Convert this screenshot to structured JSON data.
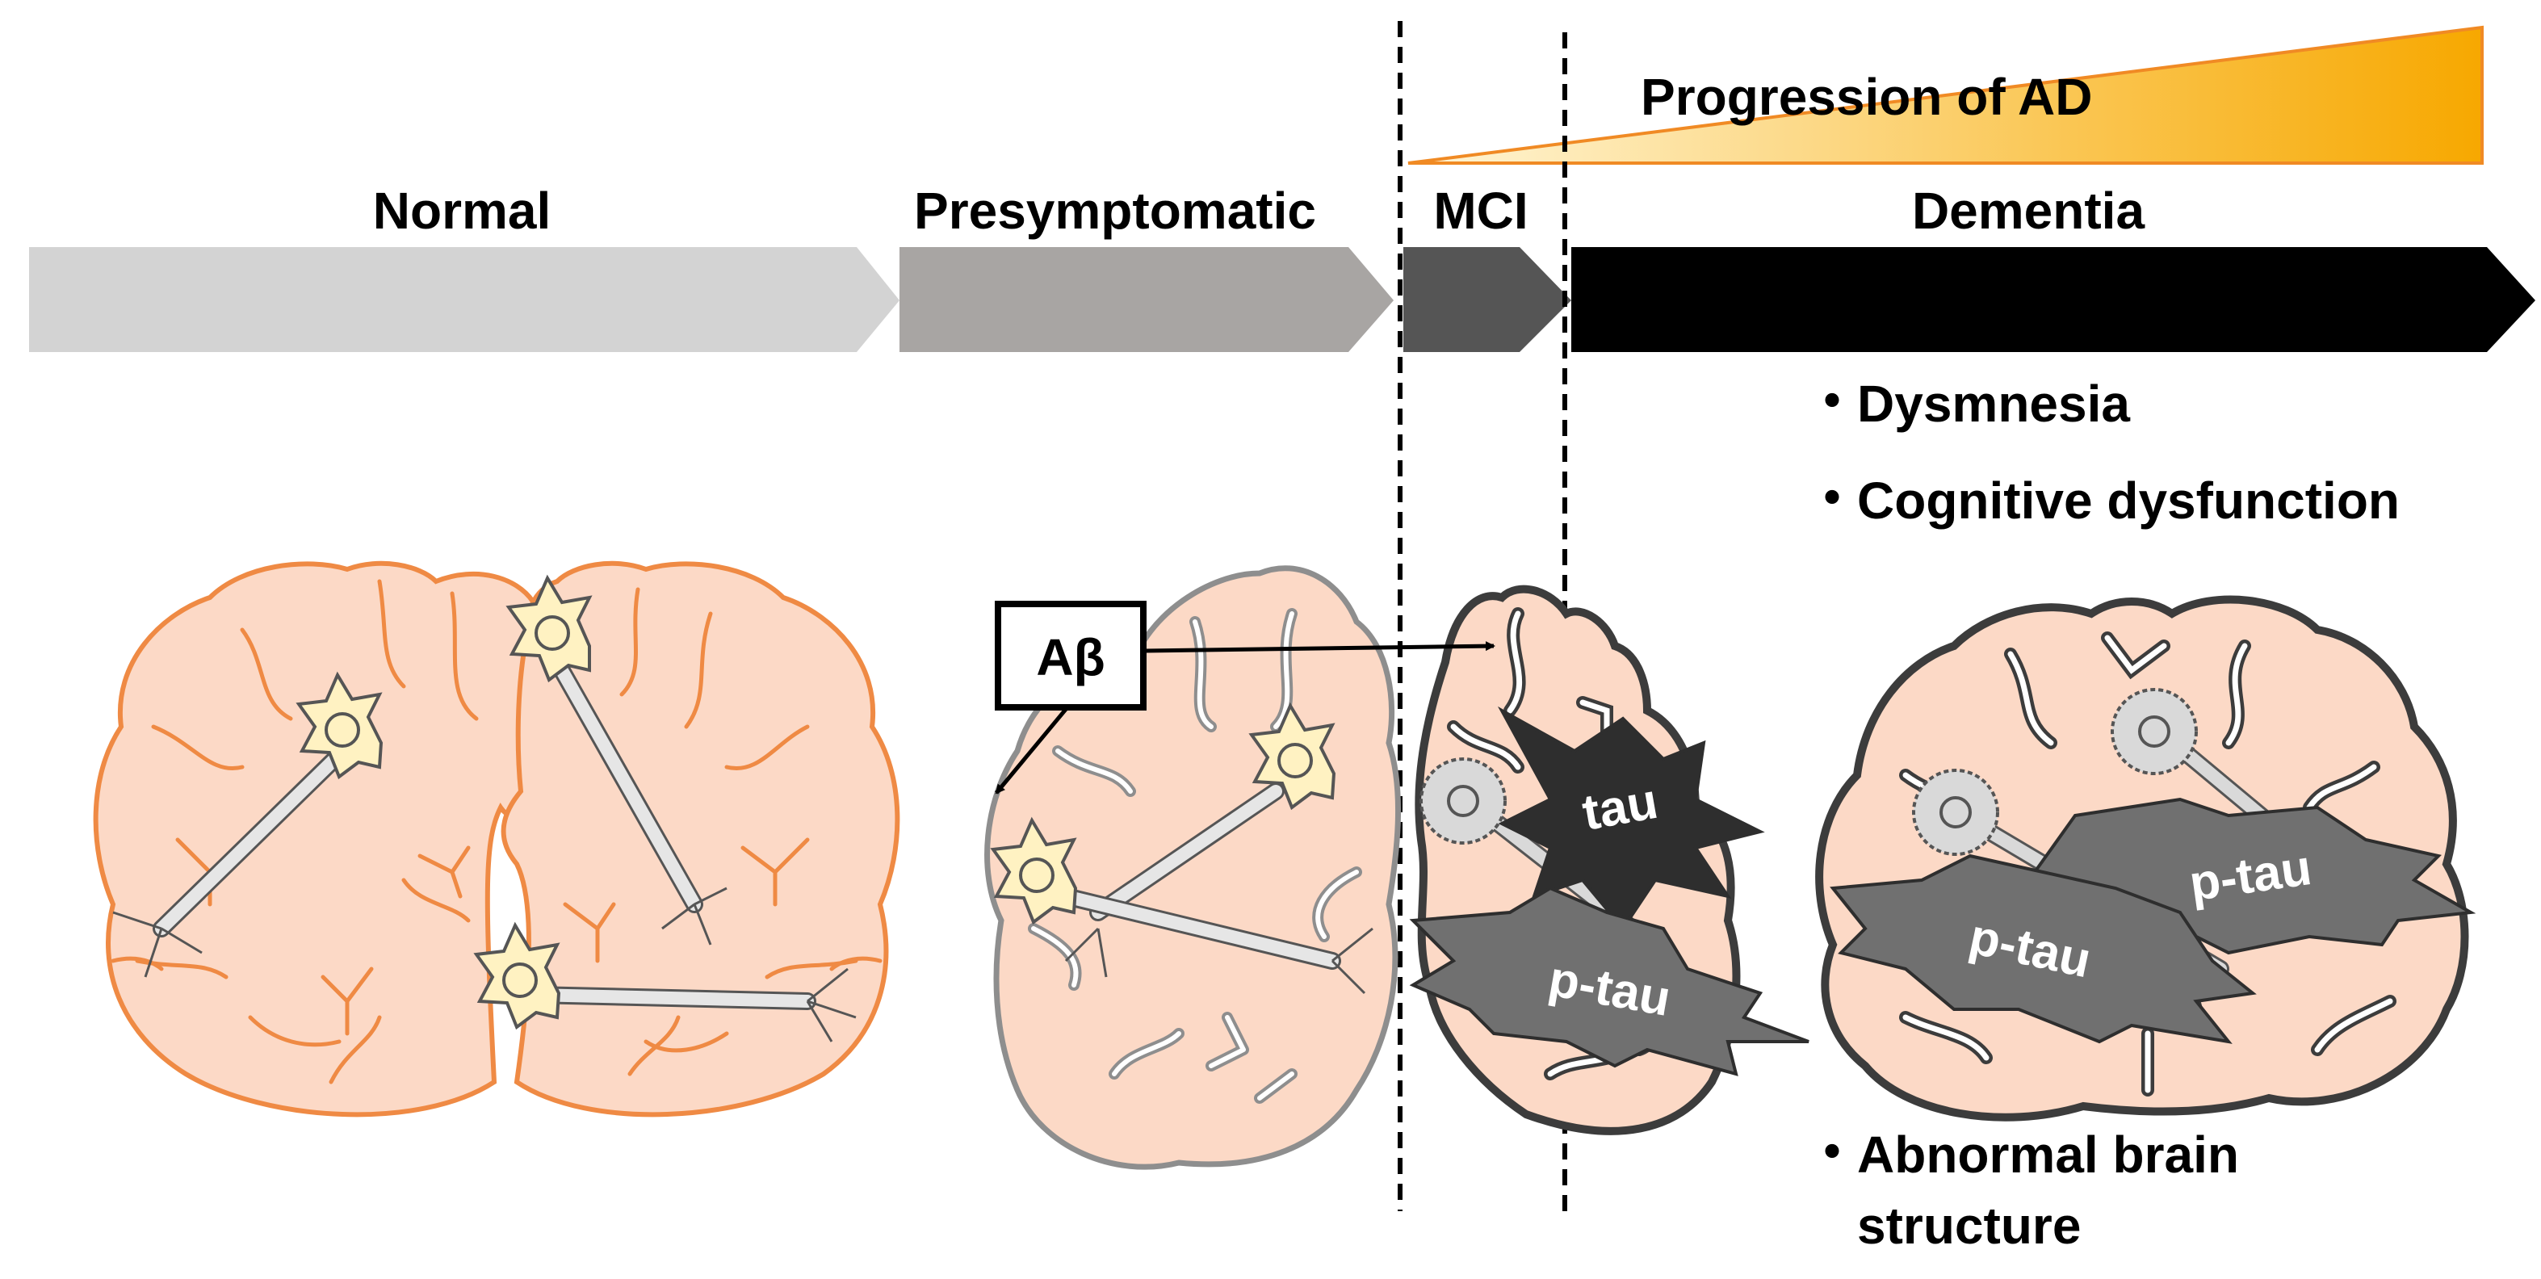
{
  "progression": {
    "label": "Progression of AD",
    "gradient_light": "#fff6d8",
    "gradient_dark": "#f7a800",
    "border_color": "#f08a24"
  },
  "stages": [
    {
      "label": "Normal",
      "color": "#d3d3d3"
    },
    {
      "label": "Presymptomatic",
      "color": "#a8a5a3"
    },
    {
      "label": "MCI",
      "color": "#555555"
    },
    {
      "label": "Dementia",
      "color": "#000000"
    }
  ],
  "symptoms": {
    "dysmnesia": "Dysmnesia",
    "cognitive": "Cognitive dysfunction",
    "abnormal_line1": "Abnormal brain",
    "abnormal_line2": "structure"
  },
  "labels": {
    "abeta": "Aβ",
    "tau": "tau",
    "ptau_mci": "p-tau",
    "ptau_dementia_1": "p-tau",
    "ptau_dementia_2": "p-tau"
  },
  "colors": {
    "brain_fill": "#fcd9c6",
    "normal_outline": "#ef8a44",
    "presym_outline": "#8e8e8e",
    "disease_outline": "#3c3c3c",
    "neuron_body": "#fff2c2",
    "dead_neuron_body": "#d9d9d9",
    "tau_fill": "#2e2e2e",
    "ptau_fill": "#707070"
  }
}
